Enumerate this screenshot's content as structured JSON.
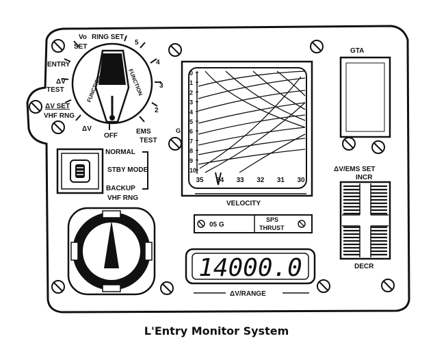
{
  "caption": "L'Entry Monitor System",
  "mode_switch": {
    "positions_left": [
      "Vo",
      "SET",
      "ENTRY",
      "ΔV",
      "TEST",
      "ΔV SET",
      "VHF RNG",
      "ΔV",
      "OFF"
    ],
    "ring_set": "RING SET",
    "numbers": [
      "5",
      "4",
      "3",
      "2"
    ],
    "ems_test": "EMS",
    "ems_test_2": "TEST",
    "knob_text_left": "FUNCTION",
    "knob_text_right": "FUNCTION"
  },
  "standby": {
    "normal": "NORMAL",
    "stby_mode": "STBY MODE",
    "backup": "BACKUP",
    "vhf_rng": "VHF RNG"
  },
  "scroll": {
    "g_label": "G",
    "g_ticks": [
      "0",
      "1",
      "2",
      "3",
      "4",
      "5",
      "6",
      "7",
      "8",
      "9",
      "10"
    ],
    "velocity_ticks": [
      "35",
      "34",
      "33",
      "32",
      "31",
      "30"
    ],
    "velocity_label": "VELOCITY"
  },
  "lights": {
    "g05": "05 G",
    "sps": "SPS",
    "thrust": "THRUST"
  },
  "counter": {
    "value": "14000.0",
    "label": "ΔV/RANGE"
  },
  "gta": "GTA",
  "dv_set": {
    "title": "ΔV/EMS SET",
    "incr": "INCR",
    "decr": "DECR"
  }
}
